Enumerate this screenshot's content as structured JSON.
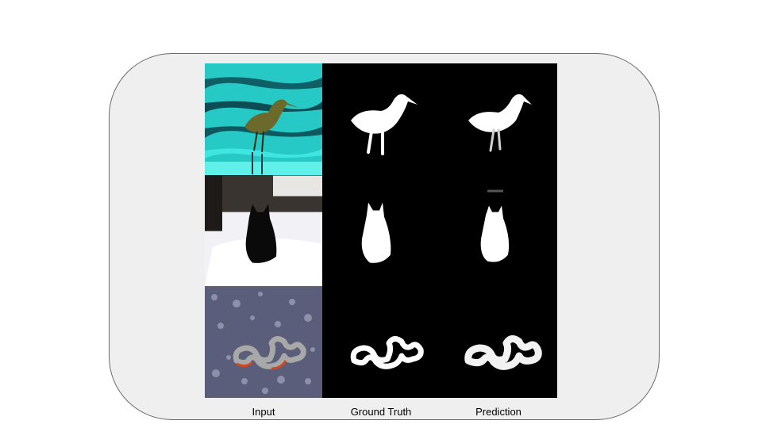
{
  "columns": [
    "Input",
    "Ground Truth",
    "Prediction"
  ],
  "rows": [
    {
      "subject": "bird",
      "icon": "shorebird"
    },
    {
      "subject": "cat",
      "icon": "sitting-cat"
    },
    {
      "subject": "snake",
      "icon": "coiled-snake"
    }
  ],
  "colors": {
    "panel": "#efefef",
    "mask_fg": "#ffffff",
    "mask_bg": "#000000",
    "water": "#2fd6d2"
  }
}
